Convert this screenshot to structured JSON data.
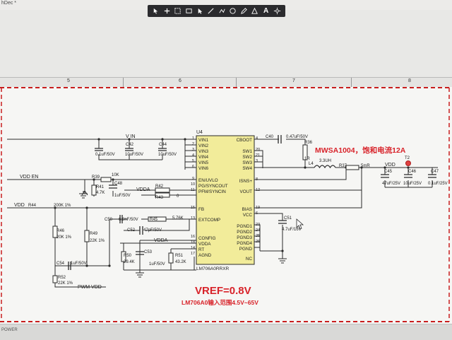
{
  "window": {
    "tab_label": "hDec *"
  },
  "toolbar": {
    "text_tool_glyph": "A",
    "icons": [
      "pointer-icon",
      "add-wire-icon",
      "box-select-icon",
      "rectangle-icon",
      "cursor-icon",
      "line-icon",
      "polyline-icon",
      "circle-icon",
      "pen-icon",
      "triangle-icon",
      "text-tool-icon",
      "settings-icon"
    ]
  },
  "ruler": {
    "labels": [
      "5",
      "6",
      "7",
      "8"
    ]
  },
  "statusbar": {
    "text": "POWER"
  },
  "schematic": {
    "ic": {
      "ref": "U4",
      "part": "LM706A0RRXR",
      "left_pins": [
        {
          "num": "1",
          "name": "VIN1"
        },
        {
          "num": "2",
          "name": "VIN2"
        },
        {
          "num": "3",
          "name": "VIN3"
        },
        {
          "num": "4",
          "name": "VIN4"
        },
        {
          "num": "5",
          "name": "VIN5"
        },
        {
          "num": "6",
          "name": "VIN6"
        },
        {
          "num": "9",
          "name": "EN/UVLO"
        },
        {
          "num": "10",
          "name": "PG/SYNCOUT"
        },
        {
          "num": "11",
          "name": "PFM/SYNCIN"
        },
        {
          "num": "15",
          "name": "FB"
        },
        {
          "num": "13",
          "name": "EXTCOMP"
        },
        {
          "num": "16",
          "name": "CONFIG"
        },
        {
          "num": "18",
          "name": "VDDA"
        },
        {
          "num": "14",
          "name": "RT"
        },
        {
          "num": "17",
          "name": "AGND"
        }
      ],
      "right_pins": [
        {
          "num": "4",
          "name": "CBOOT"
        },
        {
          "num": "20",
          "name": "SW1"
        },
        {
          "num": "21",
          "name": "SW2"
        },
        {
          "num": "3",
          "name": "SW3"
        },
        {
          "num": "",
          "name": "SW4"
        },
        {
          "num": "8",
          "name": "ISNS+"
        },
        {
          "num": "12",
          "name": "VOUT"
        },
        {
          "num": "19",
          "name": "BIAS"
        },
        {
          "num": "6",
          "name": "VCC"
        },
        {
          "num": "23",
          "name": "PGND1"
        },
        {
          "num": "24",
          "name": "PGND2"
        },
        {
          "num": "25",
          "name": "PGND3"
        },
        {
          "num": "26",
          "name": "PGND4"
        },
        {
          "num": "",
          "name": "PGND"
        },
        {
          "num": "",
          "name": "NC"
        }
      ]
    },
    "nets": {
      "vin": "V IN",
      "vdd_en": "VDD EN",
      "vdd": "VDD",
      "vdda": "VDDA",
      "vdda2": "VDDA",
      "pwm_vdd": "PWM VDD",
      "vdd_out": "VDD"
    },
    "components": {
      "c42": "C42",
      "c42v": "10uF/50V",
      "c44": "C44",
      "c44v": "10uF/50V",
      "c41v": "0.1uF/50V",
      "r39": "R39",
      "r39v": "10K",
      "r41": "R41",
      "r41v": "4.7K",
      "c48": "C48",
      "c48v": "1uF/50V",
      "r42": "R42",
      "r43": "R43",
      "r4xv": "0",
      "r44": "R44",
      "r44v": "200K 1%",
      "r46": "R46",
      "r46v": "20K 1%",
      "r49": "R49",
      "r49v": "22K 1%",
      "c50": "C50",
      "c50v": "6.8nF/50V",
      "r45": "R45",
      "r45v": "5.76K",
      "c52": "C52",
      "c52v": "47pF/50V",
      "r50": "R50",
      "r50v": "29.4K",
      "c53": "C53",
      "c53v": "1uF/50V",
      "r51": "R51",
      "r51v": "43.2K",
      "c54": "C54",
      "c54v": "1uF/50V",
      "r52": "R52",
      "r52v": "22K 1%",
      "c40": "C40",
      "c40v": "0.47uF/50V",
      "r36": "R36",
      "r36v": "1R",
      "l4": "L4",
      "l4v": "3.3UH",
      "r37": "R37",
      "r37v": "5mR",
      "c45": "C45",
      "c45v": "47uF/25V",
      "c46": "C46",
      "c46v": "10uF/25V",
      "c47": "C47",
      "c47v": "0.1uF/25V",
      "t2": "T2",
      "c51": "C51",
      "c51v": "4.7uF/16V"
    },
    "notes": {
      "inductor": "MWSA1004，饱和电流12A",
      "vref": "VREF=0.8V",
      "range": "LM706A0输入范围4.5V~65V"
    },
    "colors": {
      "note_red": "#d8232a",
      "border_red": "#c81e1e",
      "wire": "#2a2a2a",
      "ic_fill": "#f2ec9a"
    }
  }
}
